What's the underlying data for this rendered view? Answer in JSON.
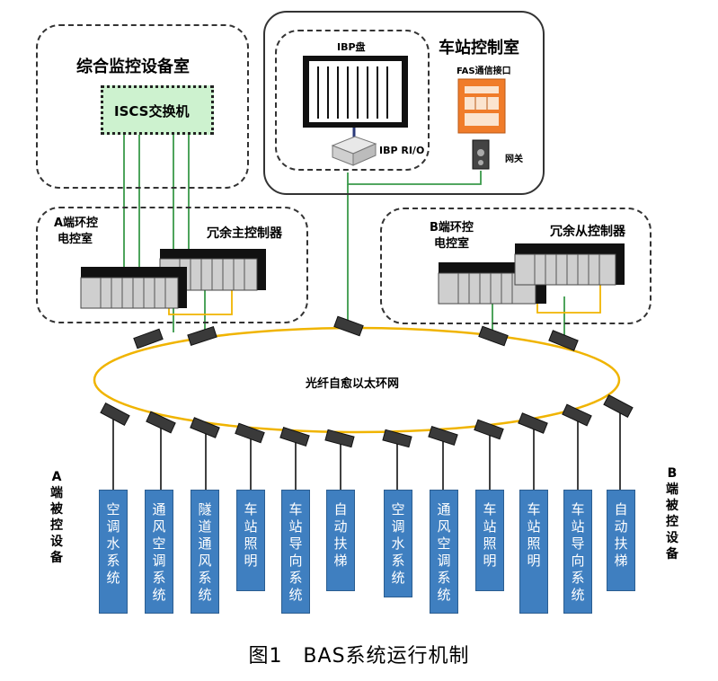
{
  "rooms": {
    "monitor_room": {
      "title": "综合监控设备室",
      "switch_label": "ISCS交换机"
    },
    "control_room": {
      "title": "车站控制室",
      "ibp_panel": "IBP盘",
      "ibp_rio": "IBP RI/O",
      "fas_interface": "FAS通信接口",
      "gateway": "网关"
    },
    "a_room": {
      "title_line1": "A端环控",
      "title_line2": "电控室",
      "controller": "冗余主控制器"
    },
    "b_room": {
      "title_line1": "B端环控",
      "title_line2": "电控室",
      "controller": "冗余从控制器"
    }
  },
  "ring": {
    "label": "光纤自愈以太环网"
  },
  "side_labels": {
    "left": "A端被控设备",
    "right": "B端被控设备"
  },
  "devices": [
    "空调水系统",
    "通风空调系统",
    "隧道通风系统",
    "车站照明",
    "车站导向系统",
    "自动扶梯",
    "空调水系统",
    "通风空调系统",
    "车站照明",
    "车站照明",
    "车站导向系统",
    "自动扶梯"
  ],
  "caption": "图1　BAS系统运行机制",
  "colors": {
    "device_blue": "#3f7fc0",
    "ring_yellow": "#f0b400",
    "link_green": "#3a9a4a",
    "switch_green": "#cdf2cf",
    "fas_orange": "#f07c2a"
  }
}
